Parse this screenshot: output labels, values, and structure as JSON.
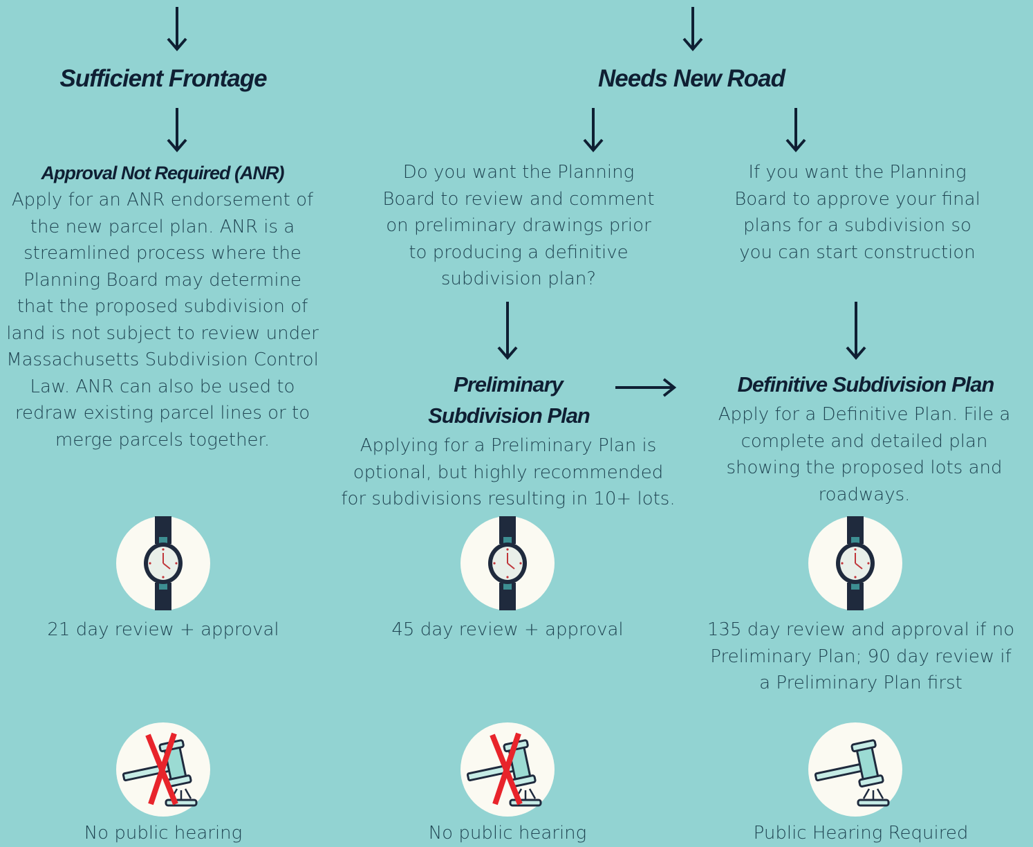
{
  "branches": {
    "left": {
      "title": "Sufficient Frontage"
    },
    "right": {
      "title": "Needs New Road"
    }
  },
  "anr": {
    "title": "Approval Not Required (ANR)",
    "body": "Apply for an ANR endorsement of the new parcel plan. ANR is a streamlined process where the Planning Board may determine that the proposed subdivision of land is not subject to review under Massachusetts Subdivision Control Law. ANR can also be used to redraw existing parcel lines or to merge parcels together.",
    "review": "21 day review + approval",
    "hearing": "No public hearing"
  },
  "questions": {
    "preliminary": "Do you want the Planning Board to review and comment on preliminary drawings prior to producing a definitive subdivision plan?",
    "definitive": "If you want the Planning Board to approve your final plans for a subdivision so you can start construction"
  },
  "preliminary": {
    "title_line1": "Preliminary",
    "title_line2": "Subdivision Plan",
    "body": "Applying for a Preliminary Plan is optional, but highly recommended for subdivisions resulting in 10+ lots.",
    "review": "45 day review + approval",
    "hearing": "No public hearing"
  },
  "definitive": {
    "title": "Definitive Subdivision Plan",
    "body": "Apply for a Definitive Plan. File a complete and detailed plan showing the proposed lots and roadways.",
    "review": "135 day review and approval if no Preliminary Plan; 90 day review if a Preliminary Plan first",
    "hearing": "Public Hearing Required"
  },
  "icons": {
    "watch": "watch-icon",
    "gavel": "gavel-icon",
    "no_hearing_mark": "red-x-icon"
  },
  "colors": {
    "background": "#92d3d2",
    "heading": "#0f1f33",
    "circle": "#fbfaf2",
    "x_mark": "#e8242b"
  }
}
